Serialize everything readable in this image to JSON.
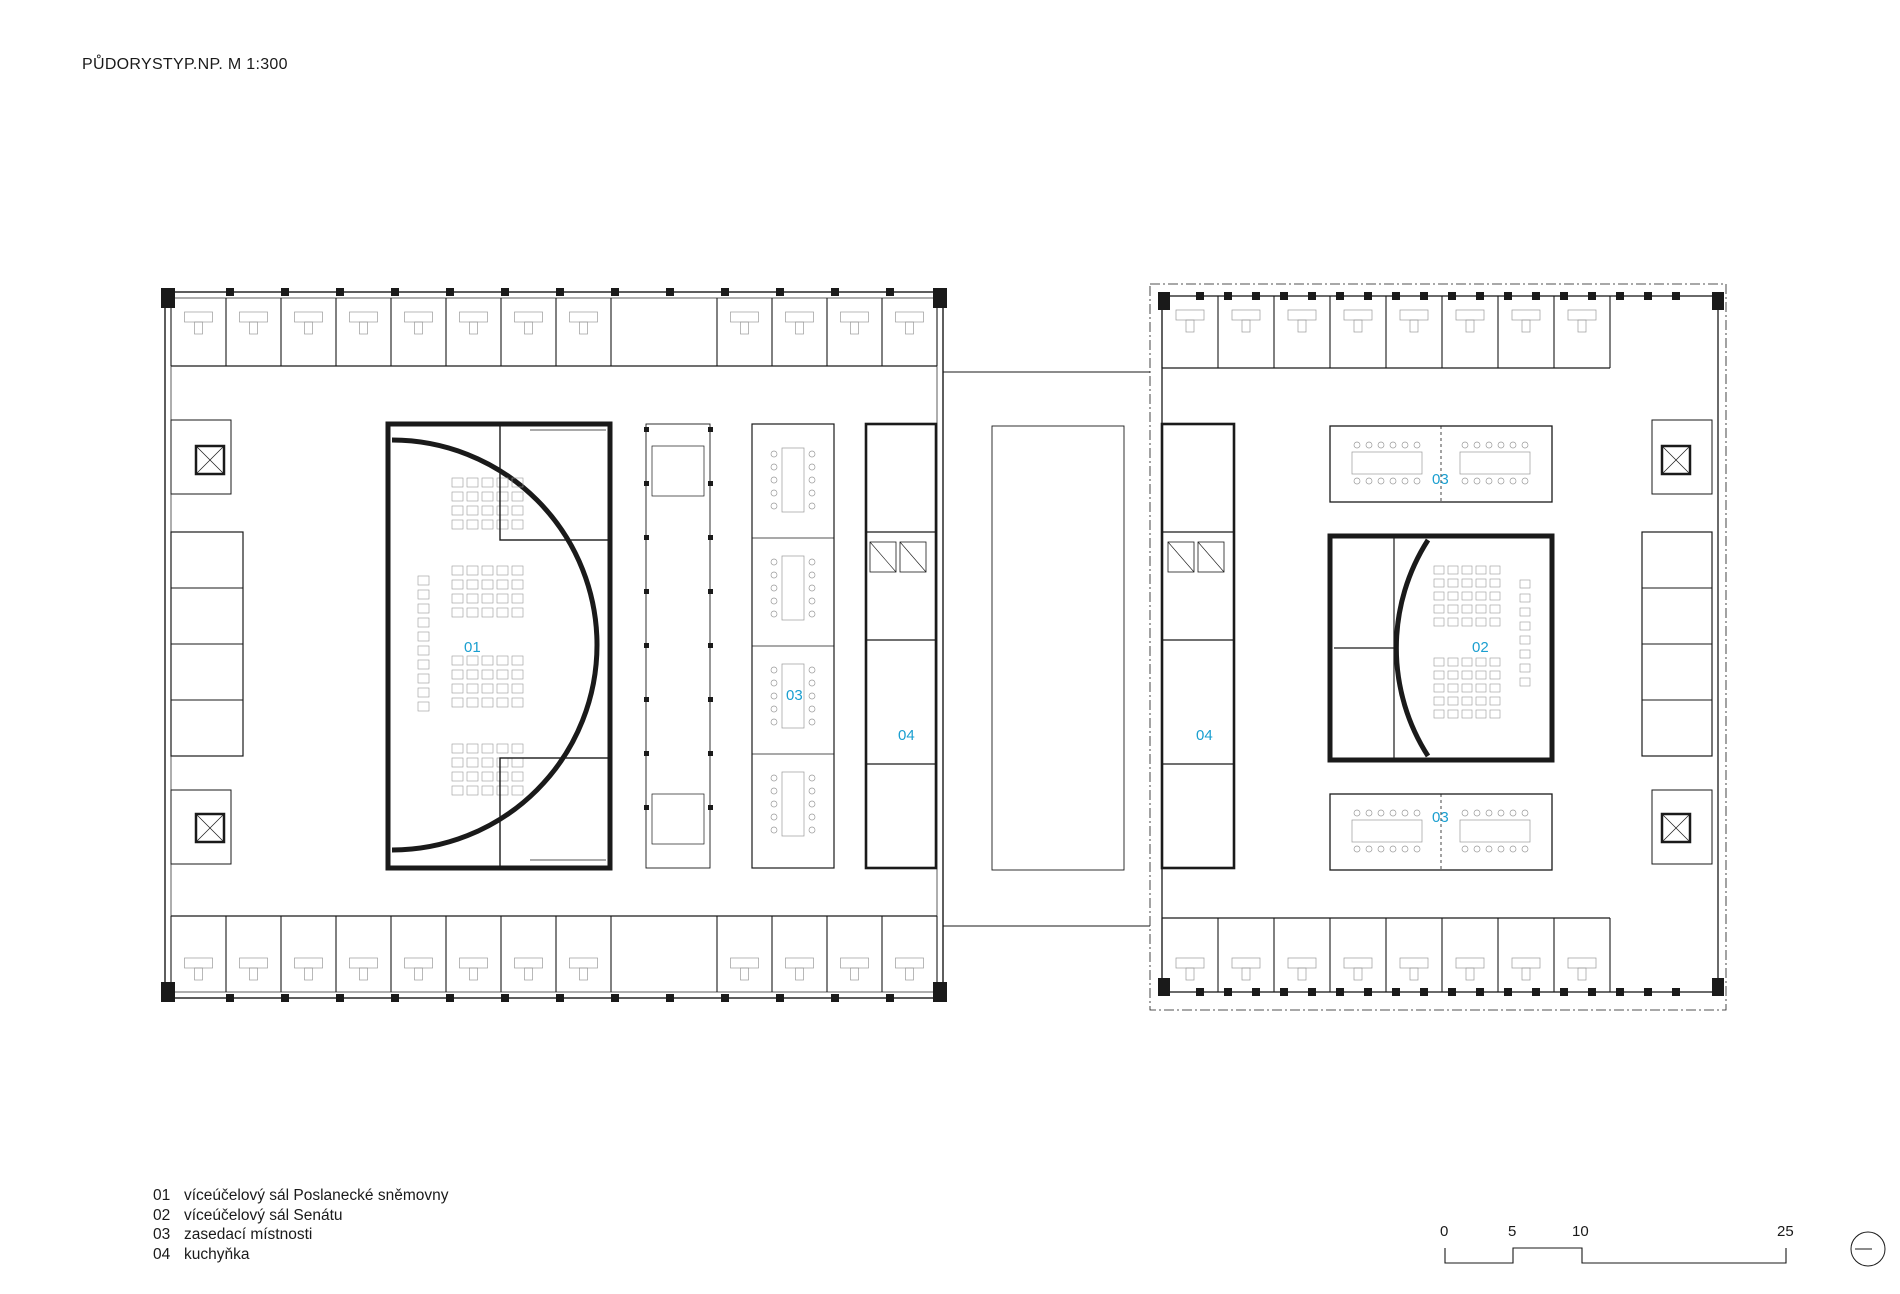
{
  "title": "PŮDORYSTYP.NP. M 1:300",
  "room_labels": {
    "r01": "01",
    "r02": "02",
    "r03_left": "03",
    "r04_left": "04",
    "r04_right": "04",
    "r03_right_top": "03",
    "r03_right_bottom": "03"
  },
  "legend": [
    {
      "code": "01",
      "text": "víceúčelový sál Poslanecké sněmovny"
    },
    {
      "code": "02",
      "text": "víceúčelový sál Senátu"
    },
    {
      "code": "03",
      "text": "zasedací místnosti"
    },
    {
      "code": "04",
      "text": "kuchyňka"
    }
  ],
  "scale_bar": {
    "ticks": [
      "0",
      "5",
      "10",
      "25"
    ]
  },
  "colors": {
    "line": "#1a1a1a",
    "room_label": "#1a9fd0",
    "furniture": "#9a9a9a"
  },
  "icons": {
    "north": "north-arrow-icon"
  }
}
